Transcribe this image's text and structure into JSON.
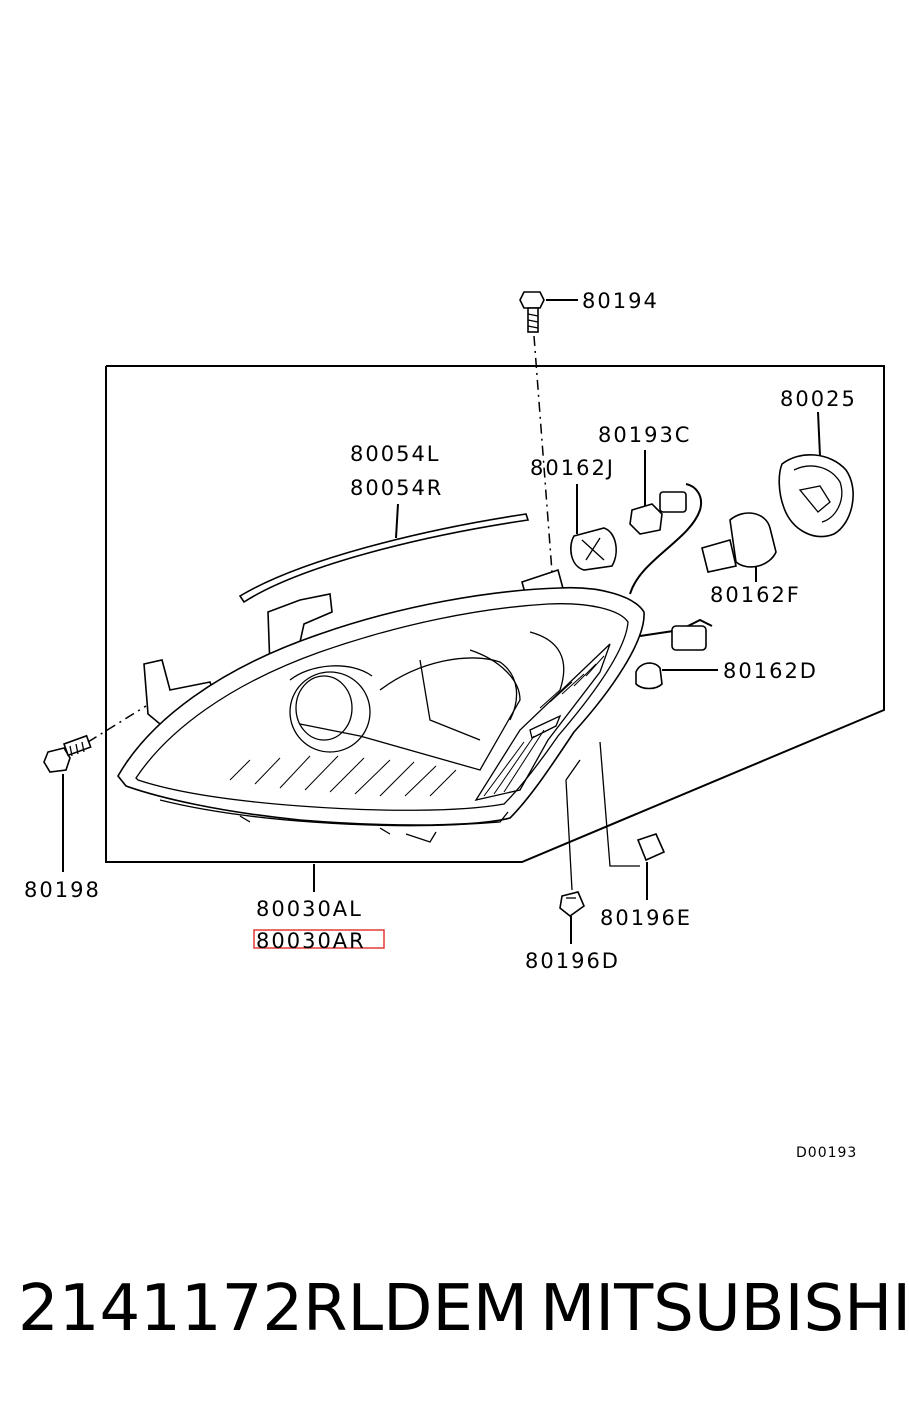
{
  "callouts": {
    "c80194": "80194",
    "c80025": "80025",
    "c80193C": "80193C",
    "c80162J": "80162J",
    "c80054L": "80054L",
    "c80054R": "80054R",
    "c80162F": "80162F",
    "c80162D": "80162D",
    "c80198": "80198",
    "c80030AL": "80030AL",
    "c80030AR": "80030AR",
    "c80196E": "80196E",
    "c80196D": "80196D"
  },
  "diagram_code": "D00193",
  "footer": {
    "part_number": "2141172RLDEM",
    "brand": "MITSUBISHI"
  },
  "colors": {
    "highlight": "#e53935",
    "ink": "#000000"
  }
}
